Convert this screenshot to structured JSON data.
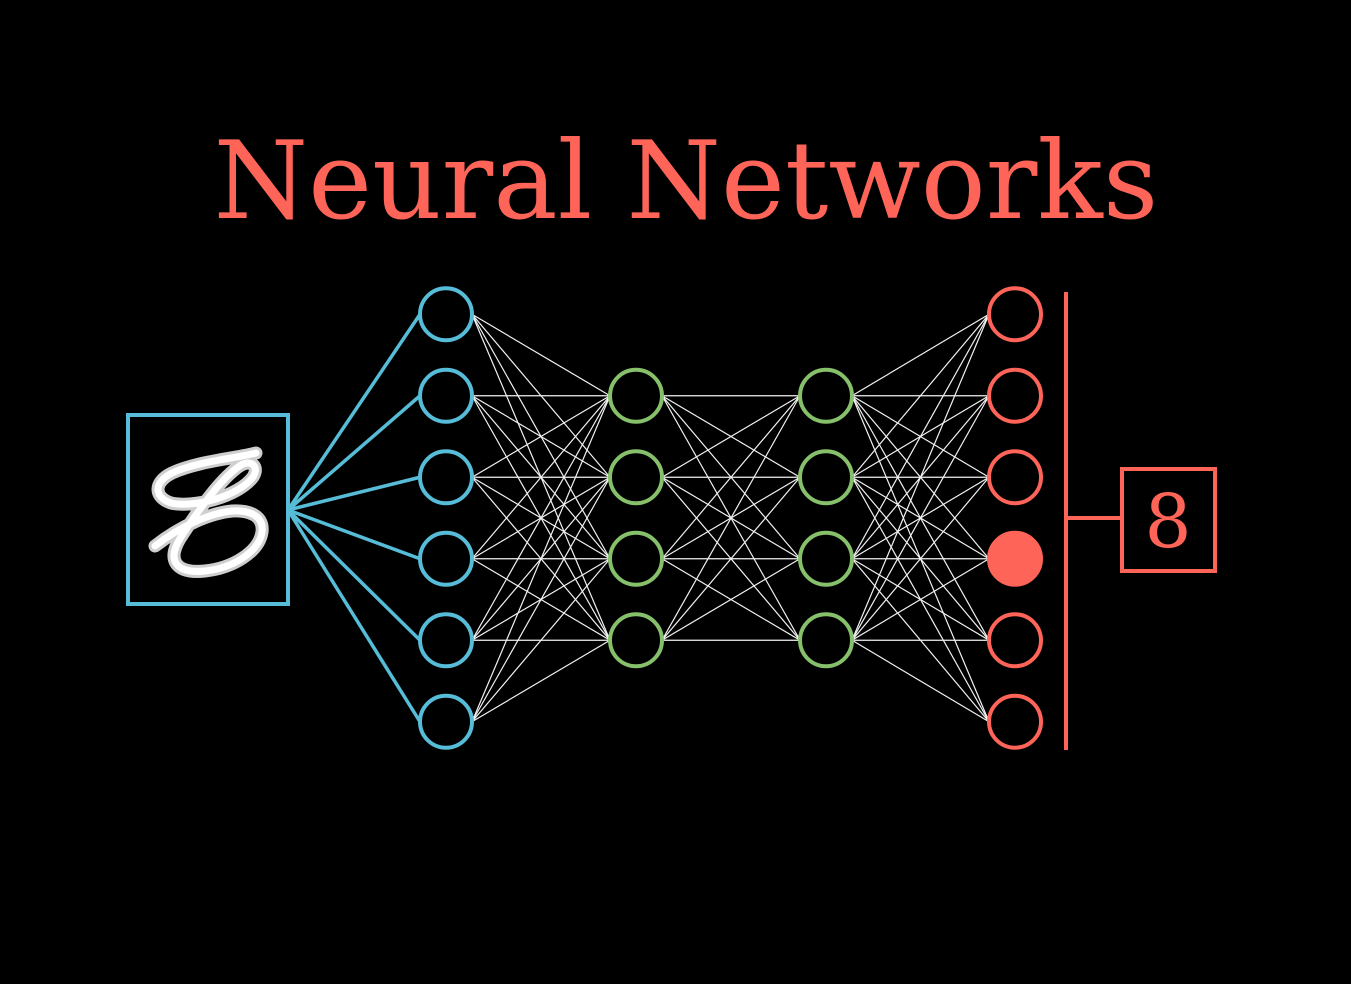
{
  "title": "Neural Networks",
  "output_label": "8",
  "colors": {
    "background": "#000000",
    "title": "#ff6459",
    "input_layer": "#56bcd8",
    "hidden_layers": "#86c06a",
    "output_layer": "#ff6459",
    "connections": "#f2f2f2"
  },
  "layers": [
    {
      "role": "input",
      "neurons": 6
    },
    {
      "role": "hidden",
      "neurons": 4
    },
    {
      "role": "hidden",
      "neurons": 4
    },
    {
      "role": "output",
      "neurons": 6,
      "active_index": 3
    }
  ],
  "input_image": {
    "content": "handwritten-digit-8",
    "icon": "digit-image"
  }
}
